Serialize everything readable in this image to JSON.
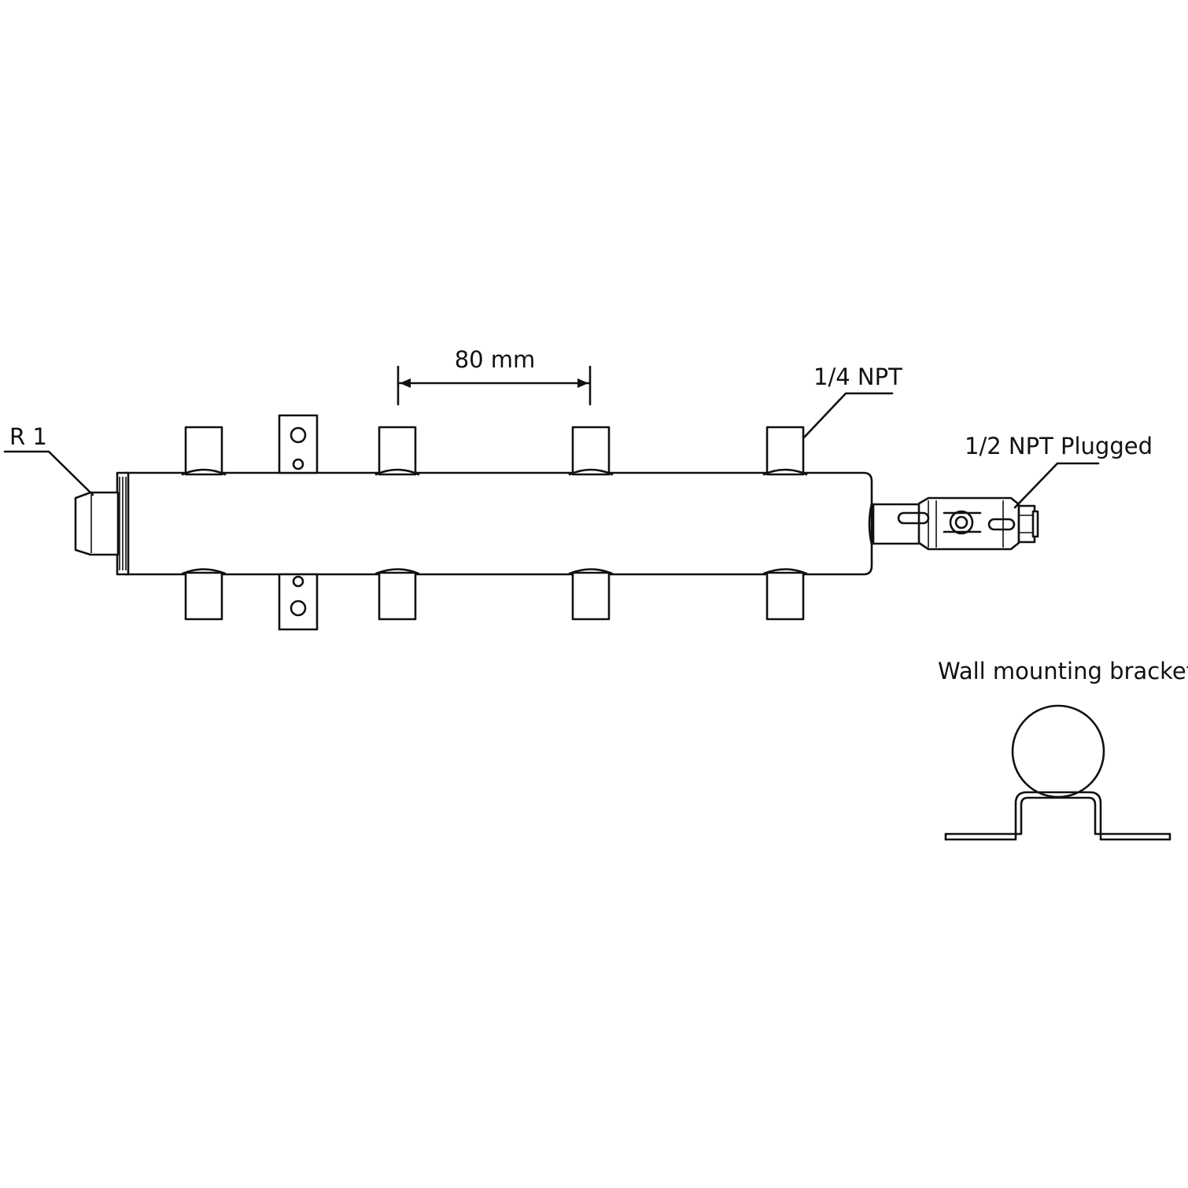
{
  "labels": {
    "inlet": "R 1",
    "spacing": "80 mm",
    "outlet_port": "1/4 NPT",
    "end_port": "1/2 NPT Plugged",
    "bracket": "Wall mounting bracket"
  },
  "colors": {
    "line": "#111111",
    "background": "#ffffff"
  }
}
